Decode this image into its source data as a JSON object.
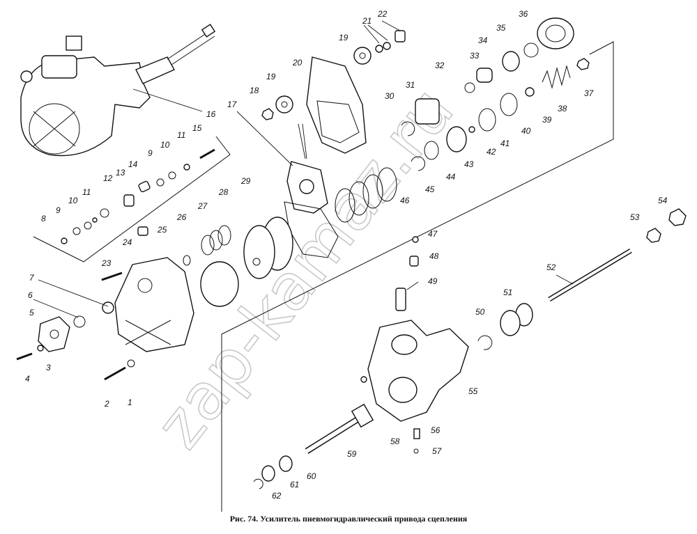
{
  "caption": "Рис. 74. Усилитель пневмогидравлический привода сцепления",
  "watermark": "zap-kamaz.ru",
  "callouts": [
    "1",
    "2",
    "3",
    "4",
    "5",
    "6",
    "7",
    "8",
    "9",
    "10",
    "11",
    "12",
    "13",
    "14",
    "15",
    "16",
    "17",
    "18",
    "19",
    "20",
    "21",
    "22",
    "23",
    "24",
    "25",
    "26",
    "27",
    "28",
    "29",
    "30",
    "31",
    "32",
    "33",
    "34",
    "35",
    "36",
    "37",
    "38",
    "39",
    "40",
    "41",
    "42",
    "43",
    "44",
    "45",
    "46",
    "47",
    "48",
    "49",
    "50",
    "51",
    "52",
    "53",
    "54",
    "55",
    "56",
    "57",
    "58",
    "59",
    "60",
    "61",
    "62"
  ]
}
